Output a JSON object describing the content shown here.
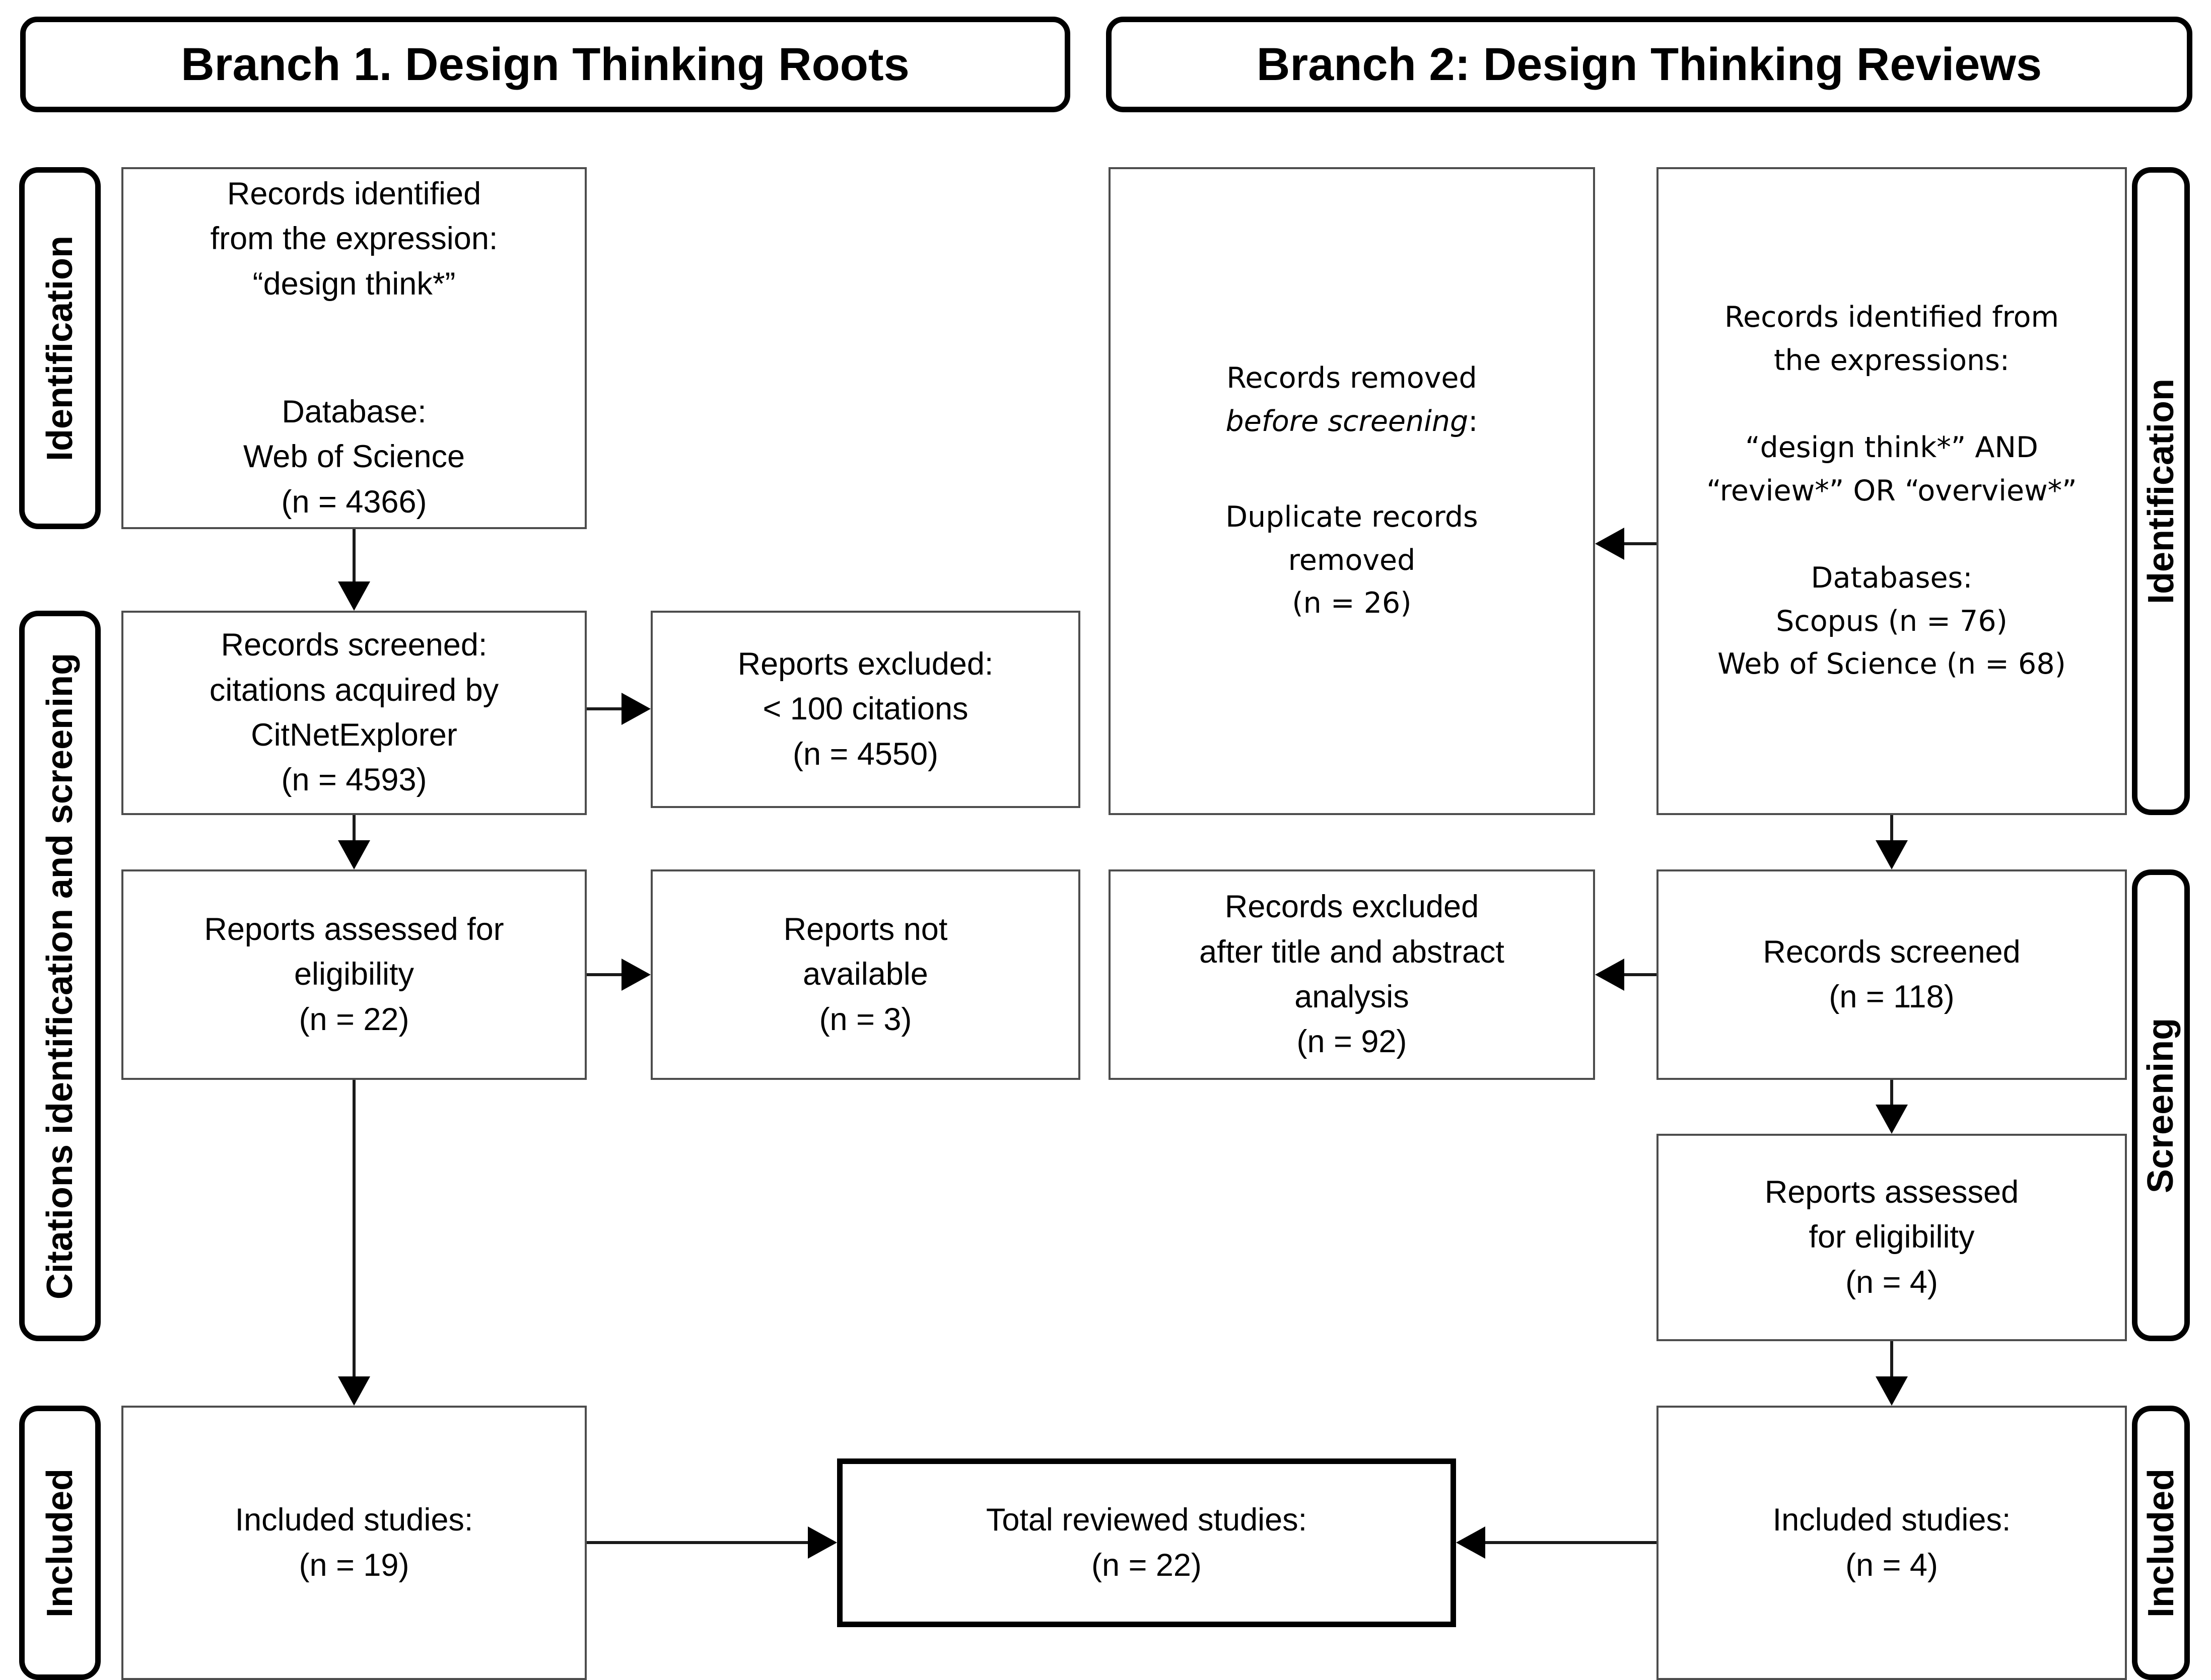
{
  "headers": {
    "branch1": "Branch 1. Design Thinking Roots",
    "branch2": "Branch 2: Design Thinking Reviews"
  },
  "sidebars": {
    "left": {
      "identification": "Identification",
      "citations": "Citations identification and screening",
      "included": "Included"
    },
    "right": {
      "identification": "Identification",
      "screening": "Screening",
      "included": "Included"
    }
  },
  "boxes": {
    "b1_identified": {
      "lines": [
        "Records identified",
        "from the expression:",
        "“design think*”"
      ],
      "lines2": [
        "Database:",
        "Web of Science",
        "(n = 4366)"
      ]
    },
    "b1_screened": {
      "lines": [
        "Records screened:",
        "citations acquired by",
        "CitNetExplorer",
        "(n = 4593)"
      ]
    },
    "b1_excluded": {
      "lines": [
        "Reports excluded:",
        "< 100 citations",
        "(n = 4550)"
      ]
    },
    "b1_assessed": {
      "lines": [
        "Reports assessed for",
        "eligibility",
        "(n = 22)"
      ]
    },
    "b1_not_available": {
      "lines": [
        "Reports not",
        "available",
        "(n = 3)"
      ]
    },
    "b1_included": {
      "lines": [
        "Included studies:",
        "(n = 19)"
      ]
    },
    "total": {
      "lines": [
        "Total reviewed studies:",
        "(n = 22)"
      ]
    },
    "b2_removed": {
      "line1": "Records removed",
      "line2_italic": "before screening",
      "line2_suffix": ":",
      "lines2": [
        "Duplicate records",
        "removed",
        "(n = 26)"
      ]
    },
    "b2_identified": {
      "lines": [
        "Records identified from",
        "the expressions:"
      ],
      "lines2": [
        "“design think*” AND",
        "“review*” OR “overview*”"
      ],
      "lines3": [
        "Databases:",
        "Scopus (n = 76)",
        "Web of Science (n = 68)"
      ]
    },
    "b2_excluded": {
      "lines": [
        "Records excluded",
        "after title and abstract",
        "analysis",
        "(n = 92)"
      ]
    },
    "b2_screened": {
      "lines": [
        "Records screened",
        "(n = 118)"
      ]
    },
    "b2_assessed": {
      "lines": [
        "Reports assessed",
        "for eligibility",
        "(n = 4)"
      ]
    },
    "b2_included": {
      "lines": [
        "Included studies:",
        "(n = 4)"
      ]
    }
  },
  "colors": {
    "background": "#ffffff",
    "text": "#000000",
    "thin_border": "#4d4d4d",
    "thick_border": "#000000",
    "arrow": "#1a1a1a"
  }
}
